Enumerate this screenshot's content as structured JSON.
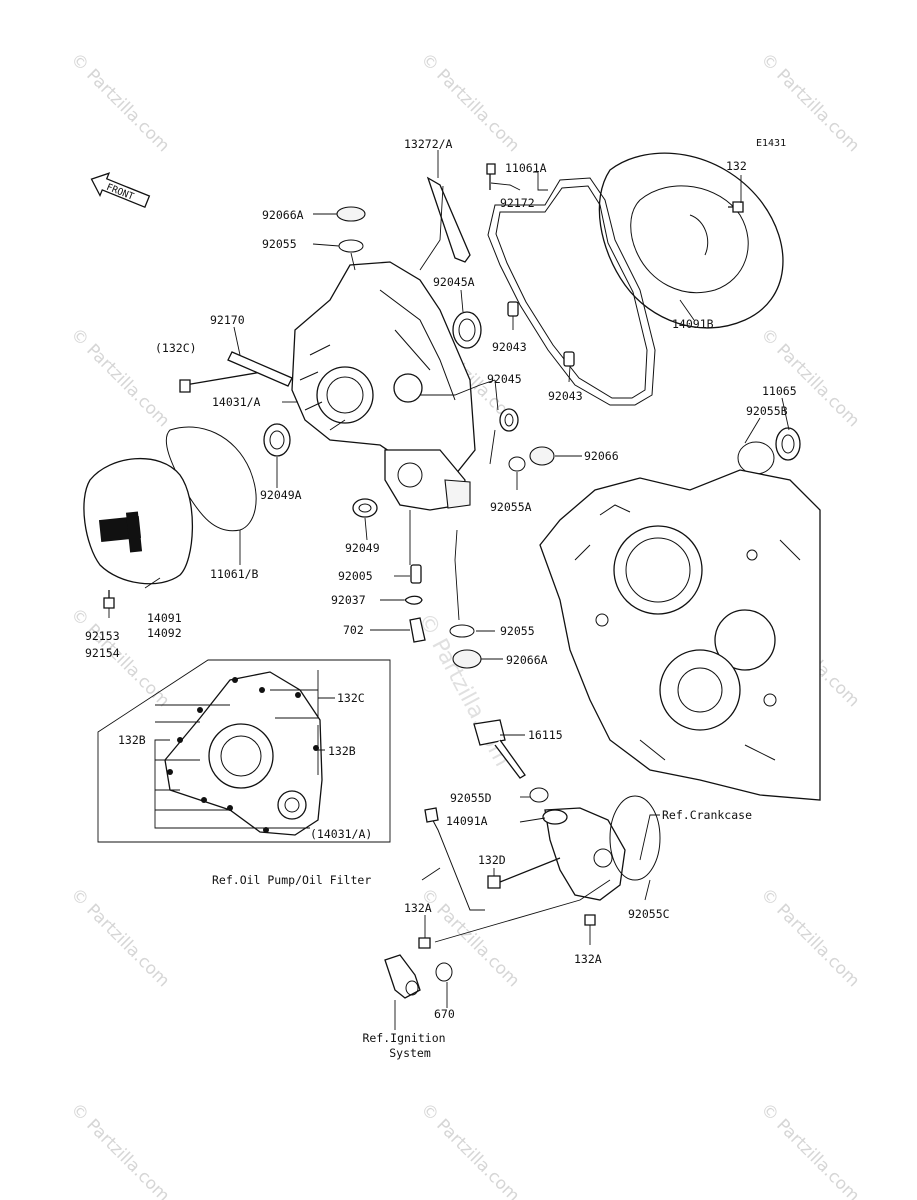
{
  "diagram_code": "E1431",
  "front_label": "FRONT",
  "watermark_text": "© Partzilla.com",
  "center_watermark": "© Partzilla.com",
  "labels": {
    "p13272": "13272/A",
    "p11061a": "11061A",
    "p92172": "92172",
    "p132": "132",
    "p92066a_top": "92066A",
    "p92055_top": "92055",
    "p92045a": "92045A",
    "p92170": "92170",
    "p132c_paren": "(132C)",
    "p92043a": "92043",
    "p92043b": "92043",
    "p14091b": "14091B",
    "p92045": "92045",
    "p14031a": "14031/A",
    "p11065": "11065",
    "p92055b": "92055B",
    "p92066": "92066",
    "p92049a": "92049A",
    "p92055a": "92055A",
    "p92049": "92049",
    "p11061b": "11061/B",
    "p92005": "92005",
    "p14091": "14091",
    "p14092": "14092",
    "p92037": "92037",
    "p702": "702",
    "p92055_mid": "92055",
    "p92153": "92153",
    "p92154": "92154",
    "p92066a_mid": "92066A",
    "p132c": "132C",
    "p132b_r": "132B",
    "p132b_l": "132B",
    "p16115": "16115",
    "p14031a_paren": "(14031/A)",
    "p92055d": "92055D",
    "p14091a": "14091A",
    "ref_crankcase": "Ref.Crankcase",
    "p132d": "132D",
    "ref_oil_pump": "Ref.Oil Pump/Oil Filter",
    "p132a_l": "132A",
    "p92055c": "92055C",
    "p132a_r": "132A",
    "p670": "670",
    "ref_ignition_1": "Ref.Ignition",
    "ref_ignition_2": "System"
  }
}
